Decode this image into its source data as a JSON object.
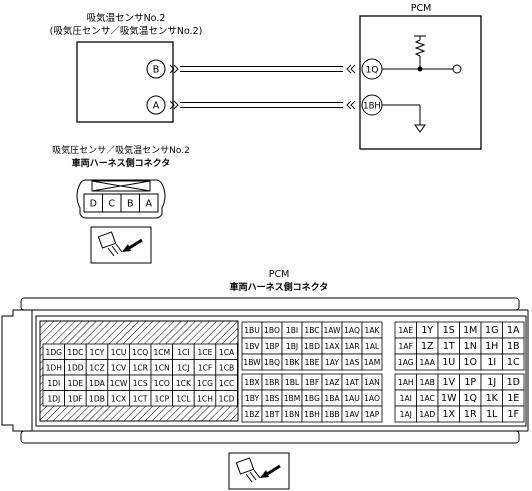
{
  "sensor": {
    "title_line1": "吸気温センサNo.2",
    "title_line2": "(吸気圧センサ／吸気温センサNo.2)",
    "pin_b": "B",
    "pin_a": "A"
  },
  "pcm": {
    "title": "PCM",
    "pin_top": "1Q",
    "pin_bottom": "1BH"
  },
  "sensor_connector": {
    "title_line1": "吸気圧センサ／吸気温センサNo.2",
    "title_line2": "車両ハーネス側コネクタ",
    "pins": [
      "D",
      "C",
      "B",
      "A"
    ]
  },
  "pcm_connector": {
    "title_line1": "PCM",
    "title_line2": "車両ハーネス側コネクタ",
    "left_rows": [
      [
        "1DG",
        "1DC",
        "1CY",
        "1CU",
        "1CQ",
        "1CM",
        "1CI",
        "1CE",
        "1CA"
      ],
      [
        "1DH",
        "1DD",
        "1CZ",
        "1CV",
        "1CR",
        "1CN",
        "1CJ",
        "1CF",
        "1CB"
      ],
      [
        "1DI",
        "1DE",
        "1DA",
        "1CW",
        "1CS",
        "1CO",
        "1CK",
        "1CG",
        "1CC"
      ],
      [
        "1DJ",
        "1DF",
        "1DB",
        "1CX",
        "1CT",
        "1CP",
        "1CL",
        "1CH",
        "1CD"
      ]
    ],
    "middle_rows": [
      [
        "1BU",
        "1BO",
        "1BI",
        "1BC",
        "1AW",
        "1AQ",
        "1AK"
      ],
      [
        "1BV",
        "1BP",
        "1BJ",
        "1BD",
        "1AX",
        "1AR",
        "1AL"
      ],
      [
        "1BW",
        "1BQ",
        "1BK",
        "1BE",
        "1AY",
        "1AS",
        "1AM"
      ],
      [
        "1BX",
        "1BR",
        "1BL",
        "1BF",
        "1AZ",
        "1AT",
        "1AN"
      ],
      [
        "1BY",
        "1BS",
        "1BM",
        "1BG",
        "1BA",
        "1AU",
        "1AO"
      ],
      [
        "1BZ",
        "1BT",
        "1BN",
        "1BH",
        "1BB",
        "1AV",
        "1AP"
      ]
    ],
    "right_rows": [
      [
        "1AE",
        "1Y",
        "1S",
        "1M",
        "1G",
        "1A"
      ],
      [
        "1AF",
        "1Z",
        "1T",
        "1N",
        "1H",
        "1B"
      ],
      [
        "1AG",
        "1AA",
        "1U",
        "1O",
        "1I",
        "1C"
      ],
      [
        "1AH",
        "1AB",
        "1V",
        "1P",
        "1J",
        "1D"
      ],
      [
        "1AI",
        "1AC",
        "1W",
        "1Q",
        "1K",
        "1E"
      ],
      [
        "1AJ",
        "1AD",
        "1X",
        "1R",
        "1L",
        "1F"
      ]
    ]
  },
  "icons": {
    "view_icon_top": "connector-view-icon",
    "view_icon_bottom": "connector-view-icon"
  }
}
